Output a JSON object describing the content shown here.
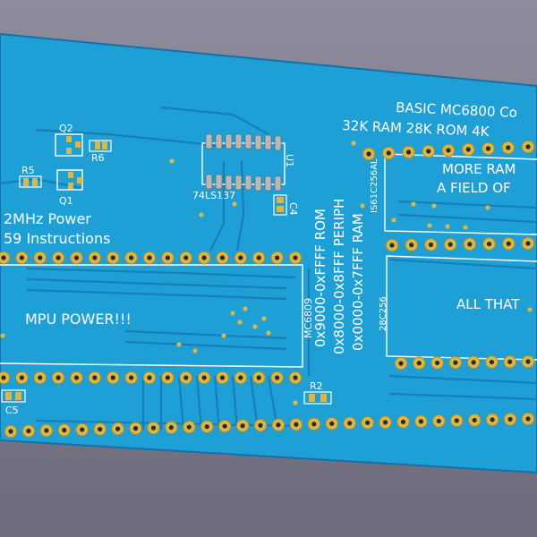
{
  "header": {
    "line1": "BASIC MC6800 Co",
    "line2": "32K RAM 28K ROM 4K"
  },
  "components": {
    "q2": "Q2",
    "q1": "Q1",
    "r5": "R5",
    "r6": "R6",
    "r2": "R2",
    "c4": "C4",
    "c5": "C5",
    "u1": "U1",
    "u1_part": "74LS137",
    "mpu": "MC6809",
    "ram": "IS61C256AL",
    "rom": "28C256"
  },
  "text": {
    "power": "2MHz Power",
    "instructions": "59 Instructions",
    "mpu_power": "MPU POWER!!!",
    "mem_rom": "0x9000-0xFFFF ROM",
    "mem_periph": "0x8000-0x8FFF PERIPH",
    "mem_ram": "0x0000-0x7FFF RAM",
    "more_ram": "MORE RAM",
    "field_of": "A FIELD OF",
    "all_that": "ALL THAT"
  },
  "colors": {
    "board": "#1e9fd6",
    "background": "#8a8898",
    "pad": "#d8b84a",
    "silkscreen": "#ffffff"
  }
}
